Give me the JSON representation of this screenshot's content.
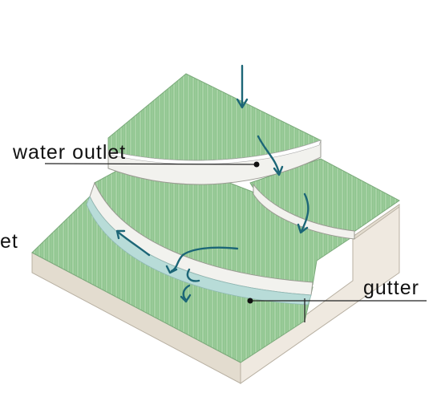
{
  "labels": {
    "water_outlet": "water outlet",
    "inlet_fragment": "et",
    "gutter": "gutter"
  },
  "colors": {
    "grass": "#8fc58f",
    "grass_stripe": "#b7dcb4",
    "soil_side": "#efe9e0",
    "soil_front": "#e3dccf",
    "terrace_wall": "#f2f2ee",
    "gutter_water": "#b8dcd8",
    "arrow": "#1c6677",
    "leader_line": "#222222"
  },
  "icons": [
    "flow-arrow-icon",
    "label-dot-icon"
  ]
}
